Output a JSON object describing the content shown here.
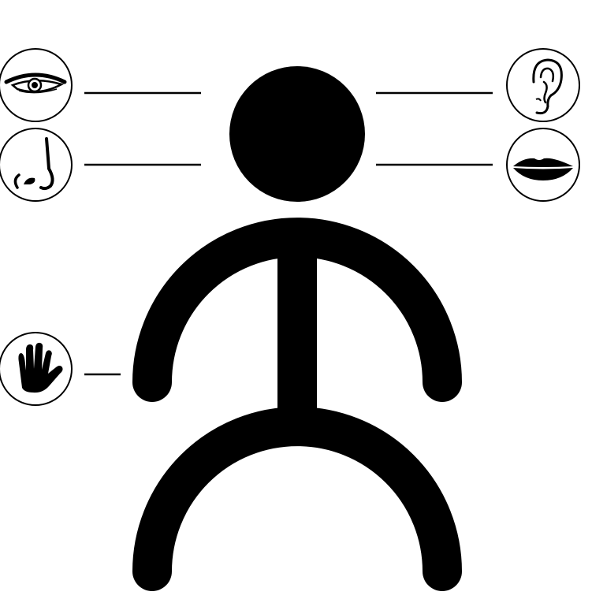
{
  "diagram": {
    "colors": {
      "ink": "#000000",
      "background": "#ffffff"
    },
    "figure": "stick-figure",
    "senses": [
      {
        "id": "sight",
        "icon": "eye-icon",
        "side": "left"
      },
      {
        "id": "smell",
        "icon": "nose-icon",
        "side": "left"
      },
      {
        "id": "touch",
        "icon": "hand-icon",
        "side": "left"
      },
      {
        "id": "hearing",
        "icon": "ear-icon",
        "side": "right"
      },
      {
        "id": "taste",
        "icon": "mouth-icon",
        "side": "right"
      }
    ]
  }
}
